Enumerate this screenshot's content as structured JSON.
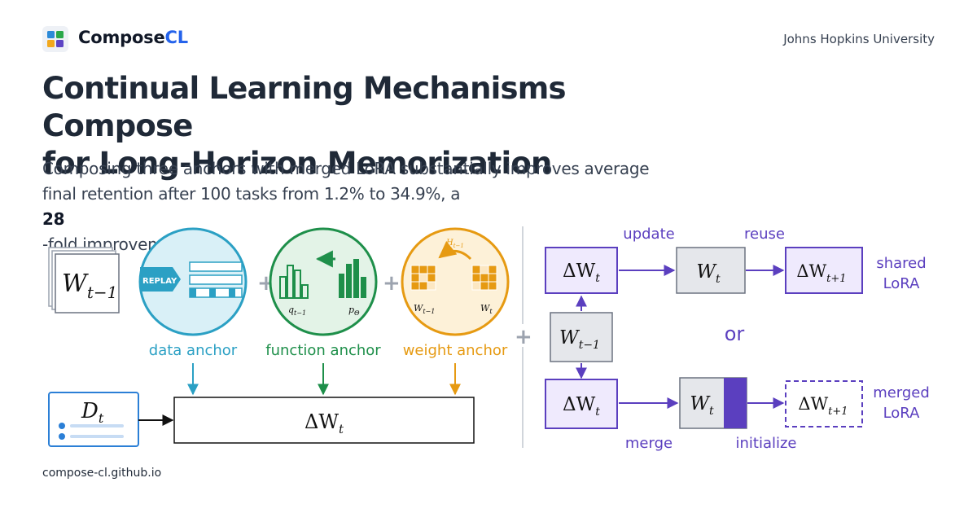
{
  "header": {
    "brand_name": "Compose",
    "brand_accent": "CL",
    "affiliation": "Johns Hopkins University"
  },
  "title_lines": [
    "Continual Learning Mechanisms Compose",
    "for Long-Horizon Memorization"
  ],
  "subtitle": {
    "line1": "Composing three anchors with merged LoRA substantially improves average",
    "line2_before": "final retention after 100 tasks from 1.2% to 34.9%, a ",
    "line2_bold": "28",
    "line2_after": "-fold improvement."
  },
  "diagram": {
    "prev_weights_label": "W",
    "prev_weights_sub": "t−1",
    "replay_label": "REPLAY",
    "q_label": "q",
    "q_sub": "t−1",
    "p_label": "p",
    "p_sub": "Θ",
    "h_label": "H",
    "h_sub": "t−1",
    "wprev_small": "W",
    "wprev_small_sub": "t−1",
    "wcur_small": "W",
    "wcur_small_sub": "t",
    "plus": "+",
    "data_anchor": "data anchor",
    "function_anchor": "function anchor",
    "weight_anchor": "weight anchor",
    "dataset_label": "D",
    "dataset_sub": "t",
    "delta_w": "ΔW",
    "delta_w_sub": "t",
    "update_label": "update",
    "reuse_label": "reuse",
    "w_label": "W",
    "w_sub": "t",
    "delta_w_next_sub": "t+1",
    "shared_lora": [
      "shared",
      "LoRA"
    ],
    "or_label": "or",
    "center_w_sub": "t−1",
    "merge_label": "merge",
    "initialize_label": "initialize",
    "merged_lora": [
      "merged",
      "LoRA"
    ]
  },
  "colors": {
    "data_anchor": "#2ba0c4",
    "function_anchor": "#1e8f4a",
    "weight_anchor": "#e69a12",
    "lora": "#5b3fbf",
    "brand_accent": "#2563eb"
  },
  "footer": {
    "url": "compose-cl.github.io"
  }
}
